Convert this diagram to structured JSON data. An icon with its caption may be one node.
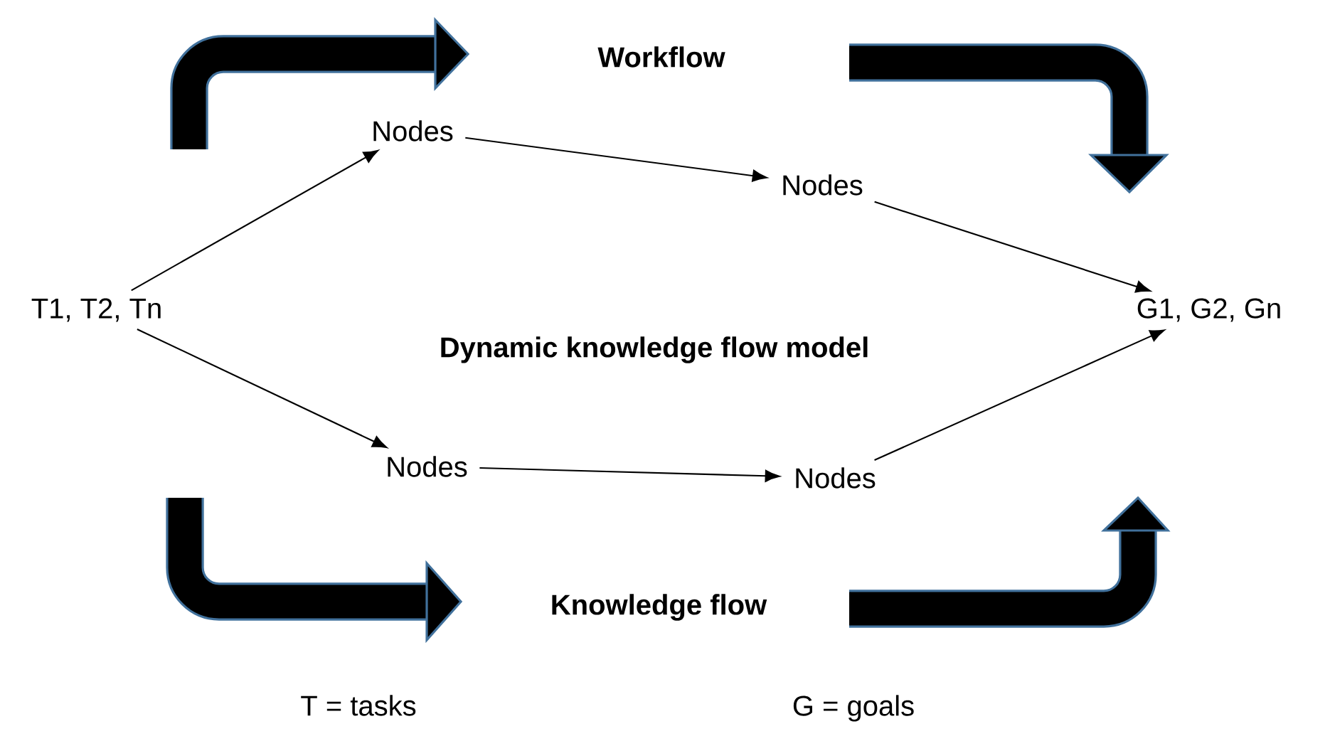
{
  "diagram": {
    "nodes": [
      {
        "text": [
          "T1, T2,  Tn"
        ]
      },
      {
        "text": [
          "Nodes"
        ]
      },
      {
        "text": [
          "Nodes"
        ]
      },
      {
        "text": [
          "Nodes"
        ]
      },
      {
        "text": [
          "Nodes"
        ]
      },
      {
        "text": [
          "G1, G2,  Gn"
        ]
      }
    ],
    "edges": [
      {
        "from": 0,
        "to": 1,
        "arrow": "to"
      },
      {
        "from": 1,
        "to": 2,
        "arrow": "to"
      },
      {
        "from": 2,
        "to": 5,
        "arrow": "to"
      },
      {
        "from": 0,
        "to": 3,
        "arrow": "to"
      },
      {
        "from": 3,
        "to": 4,
        "arrow": "to"
      },
      {
        "from": 4,
        "to": 5,
        "arrow": "to"
      }
    ],
    "labels": [
      "Workflow",
      "Dynamic knowledge flow model",
      "Knowledge flow",
      "T = tasks",
      "G = goals"
    ]
  }
}
